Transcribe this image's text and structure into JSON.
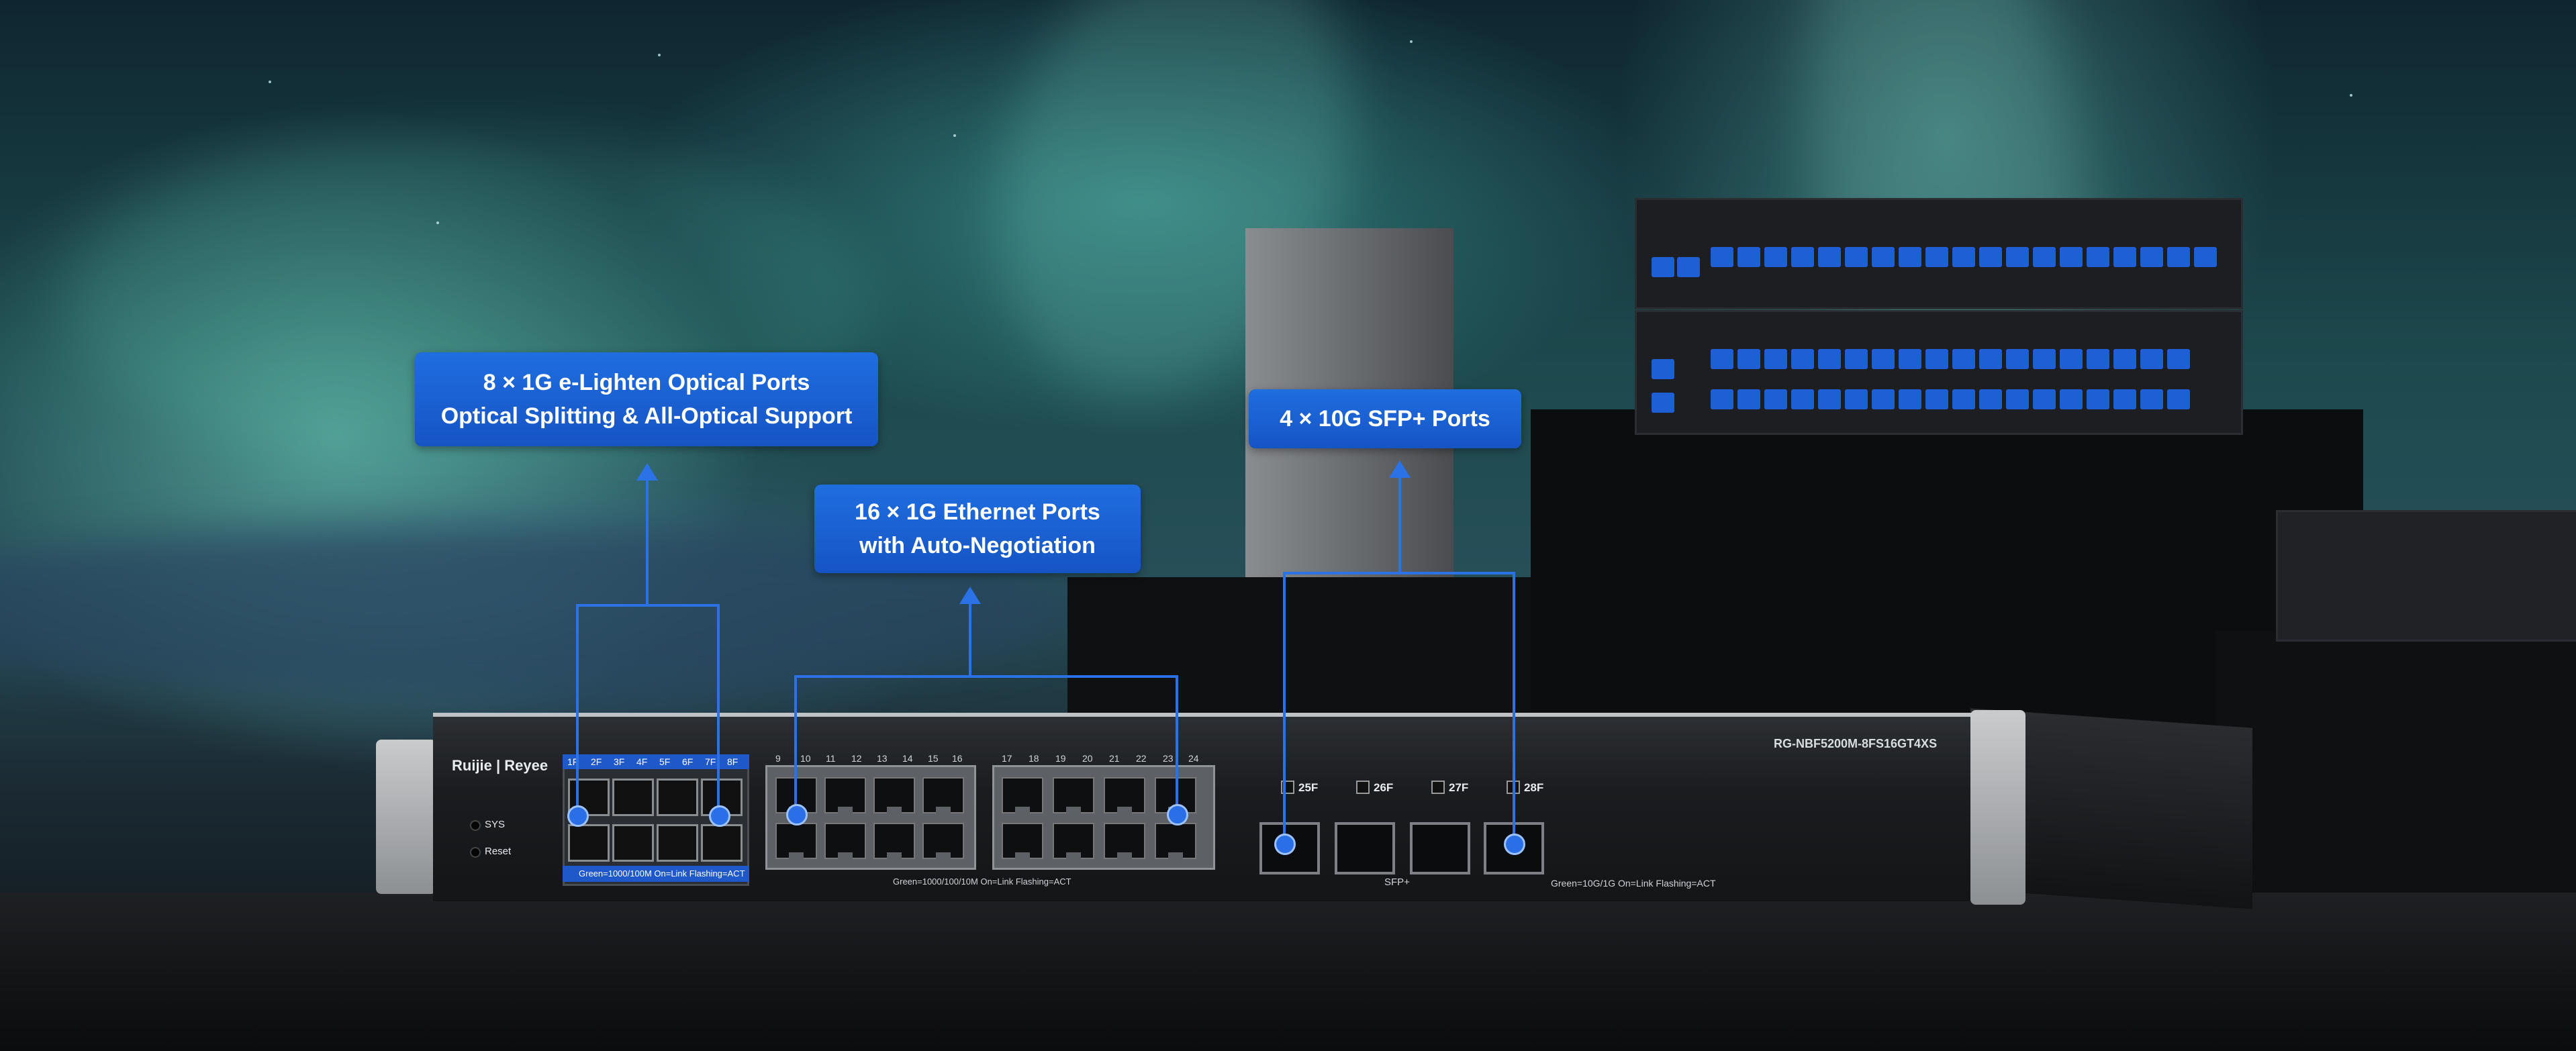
{
  "callouts": {
    "optical": {
      "line1": "8 × 1G e-Lighten Optical Ports",
      "line2": "Optical Splitting & All-Optical Support"
    },
    "ethernet": {
      "line1": "16 × 1G Ethernet Ports",
      "line2": "with Auto-Negotiation"
    },
    "sfp": {
      "line1": "4 × 10G SFP+ Ports"
    }
  },
  "switch": {
    "brand": "Ruijie | Reyee",
    "model": "RG-NBF5200M-8FS16GT4XS",
    "sys_label": "SYS",
    "reset_label": "Reset",
    "fiber_port_labels": [
      "1F",
      "2F",
      "3F",
      "4F",
      "5F",
      "6F",
      "7F",
      "8F"
    ],
    "fiber_footer": "Green=1000/100M On=Link Flashing=ACT",
    "rj_labels_a": [
      "9",
      "10",
      "11",
      "12",
      "13",
      "14",
      "15",
      "16"
    ],
    "rj_labels_b": [
      "17",
      "18",
      "19",
      "20",
      "21",
      "22",
      "23",
      "24"
    ],
    "rj_footer": "Green=1000/100/10M On=Link Flashing=ACT",
    "sfp_labels": [
      "25F",
      "26F",
      "27F",
      "28F"
    ],
    "sfp_group_label": "SFP+",
    "sfp_footer": "Green=10G/1G On=Link Flashing=ACT"
  },
  "colors": {
    "accent": "#1f6ee0",
    "port_blue": "#1f5fd6"
  }
}
